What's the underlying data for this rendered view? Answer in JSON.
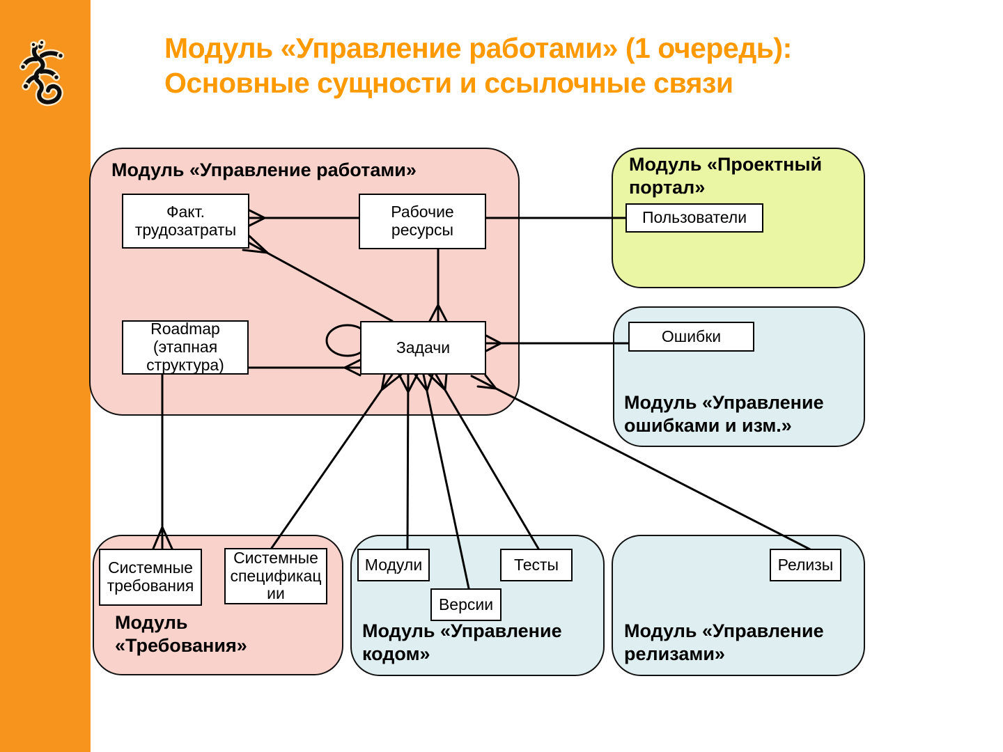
{
  "header": {
    "line1": "Модуль «Управление работами» (1 очередь):",
    "line2": "Основные сущности и ссылочные связи"
  },
  "colors": {
    "accent_orange": "#F7941D",
    "title_orange": "#FF9900",
    "module_pink": "#F9D2CB",
    "module_green": "#EBF6A4",
    "module_blue": "#DFEEF0",
    "line_black": "#000000"
  },
  "modules": {
    "work": {
      "title": "Модуль «Управление работами»",
      "entities": {
        "fact": "Факт. трудозатраты",
        "resources": "Рабочие ресурсы",
        "roadmap": "Roadmap (этапная структура)",
        "tasks": "Задачи"
      }
    },
    "portal": {
      "title": "Модуль «Проектный портал»",
      "entities": {
        "users": "Пользователи"
      }
    },
    "errors": {
      "title": "Модуль «Управление ошибками и изм.»",
      "entities": {
        "bugs": "Ошибки"
      }
    },
    "requirements": {
      "title": "Модуль «Требования»",
      "entities": {
        "sysreq": "Системные требования",
        "sysspec": "Системные спецификации"
      }
    },
    "code": {
      "title": "Модуль «Управление кодом»",
      "entities": {
        "modules": "Модули",
        "versions": "Версии",
        "tests": "Тесты"
      }
    },
    "releases": {
      "title": "Модуль «Управление релизами»",
      "entities": {
        "releases": "Релизы"
      }
    }
  },
  "relations": [
    {
      "from": "Рабочие ресурсы",
      "to": "Факт. трудозатраты",
      "crow_foot_at": "Факт. трудозатраты"
    },
    {
      "from": "Рабочие ресурсы",
      "to": "Пользователи",
      "crow_foot_at": ""
    },
    {
      "from": "Рабочие ресурсы",
      "to": "Задачи",
      "crow_foot_at": "Задачи"
    },
    {
      "from": "Задачи",
      "to": "Факт. трудозатраты",
      "crow_foot_at": "Факт. трудозатраты"
    },
    {
      "from": "Roadmap (этапная структура)",
      "to": "Задачи",
      "crow_foot_at": "Задачи"
    },
    {
      "from": "Задачи",
      "to": "Задачи",
      "crow_foot_at": "Задачи"
    },
    {
      "from": "Задачи",
      "to": "Ошибки",
      "crow_foot_at": "Задачи"
    },
    {
      "from": "Roadmap (этапная структура)",
      "to": "Системные требования",
      "crow_foot_at": "Системные требования"
    },
    {
      "from": "Задачи",
      "to": "Системные спецификации",
      "crow_foot_at": "Задачи"
    },
    {
      "from": "Задачи",
      "to": "Модули",
      "crow_foot_at": "Задачи"
    },
    {
      "from": "Задачи",
      "to": "Версии",
      "crow_foot_at": "Задачи"
    },
    {
      "from": "Задачи",
      "to": "Тесты",
      "crow_foot_at": "Задачи"
    },
    {
      "from": "Задачи",
      "to": "Релизы",
      "crow_foot_at": "Релизы"
    }
  ]
}
